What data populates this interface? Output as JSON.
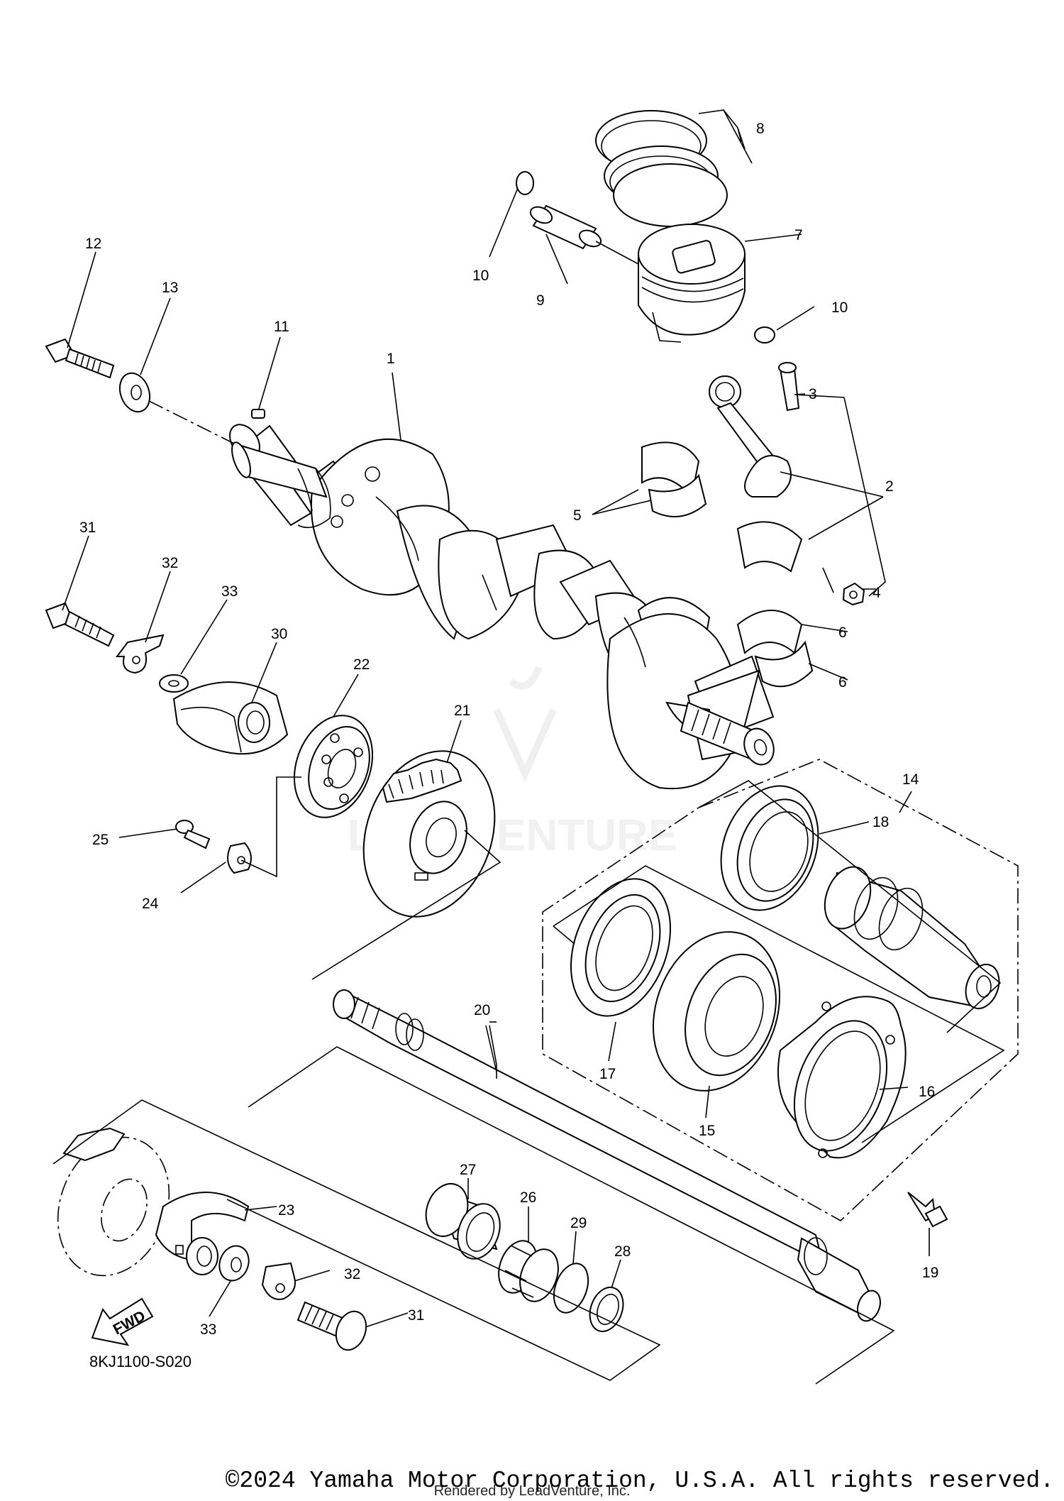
{
  "diagram": {
    "watermark": "LEADVENTURE",
    "fwd_label": "FWD",
    "callouts": {
      "c1": "1",
      "c2": "2",
      "c3": "3",
      "c4": "4",
      "c5": "5",
      "c6a": "6",
      "c6b": "6",
      "c7": "7",
      "c8": "8",
      "c9": "9",
      "c10a": "10",
      "c10b": "10",
      "c11": "11",
      "c12": "12",
      "c13": "13",
      "c14": "14",
      "c15": "15",
      "c16": "16",
      "c17": "17",
      "c18": "18",
      "c19": "19",
      "c20": "20",
      "c21": "21",
      "c22": "22",
      "c23": "23",
      "c24": "24",
      "c25": "25",
      "c26": "26",
      "c27": "27",
      "c28": "28",
      "c29": "29",
      "c30": "30",
      "c31a": "31",
      "c31b": "31",
      "c32a": "32",
      "c32b": "32",
      "c33a": "33",
      "c33b": "33"
    }
  },
  "footer": {
    "diagram_code": "8KJ1100-S020",
    "copyright": "©2024 Yamaha Motor Corporation, U.S.A. All rights reserved.",
    "rendered_by": "Rendered by LeadVenture, Inc."
  }
}
